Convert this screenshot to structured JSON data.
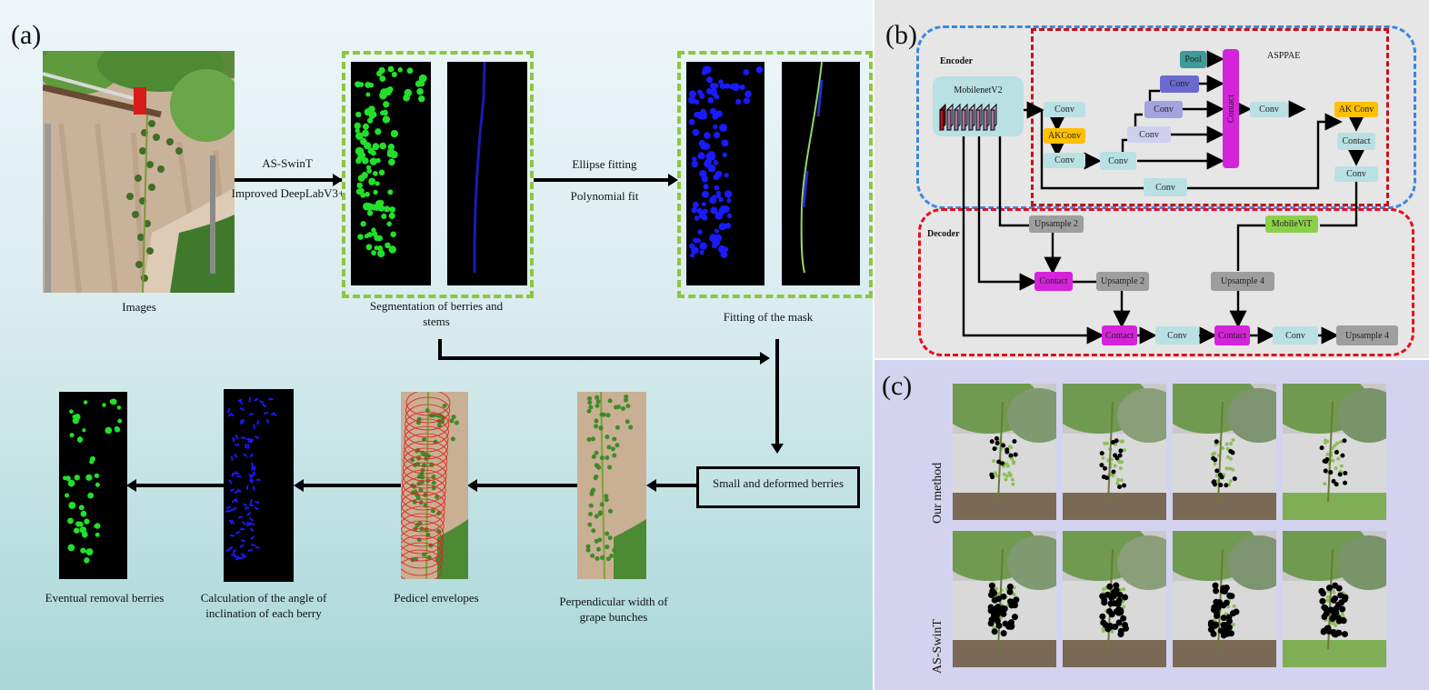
{
  "panel_a": {
    "label": "(a)",
    "steps": {
      "images": "Images",
      "segmentation": "Segmentation of berries and stems",
      "fitting": "Fitting of the mask",
      "small_deformed": "Small and deformed berries",
      "perpendicular": "Perpendicular width of grape bunches",
      "pedicel": "Pedicel envelopes",
      "angle": "Calculation of the angle of inclination of each berry",
      "removal": "Eventual removal berries"
    },
    "arrows": {
      "seg_method_1": "AS-SwinT",
      "seg_method_2": "Improved DeepLabV3+",
      "fit_method_1": "Ellipse fitting",
      "fit_method_2": "Polynomial fit"
    },
    "colors": {
      "berry_green": "#22e02a",
      "berry_blue": "#1a1aff",
      "dash_green": "#8dc63f",
      "envelope_red": "#e02020"
    }
  },
  "panel_b": {
    "label": "(b)",
    "encoder_label": "Encoder",
    "decoder_label": "Decoder",
    "asppae_label": "ASPPAE",
    "backbone": "MobilenetV2",
    "encoder_nodes": {
      "conv_in": "Conv",
      "akconv_1": "AKConv",
      "conv_2": "Conv",
      "conv_3": "Conv",
      "conv_4": "Conv",
      "conv_5": "Conv",
      "conv_6": "Conv",
      "pool": "Pool",
      "concat": "Contact",
      "conv_after": "Conv",
      "akconv_2": "AK Conv",
      "concat_2": "Contact",
      "conv_out": "Conv",
      "conv_skip": "Conv"
    },
    "decoder_nodes": {
      "upsample_a": "Upsample 2",
      "mobilevit": "MobileViT",
      "concat_a": "Contact",
      "upsample_b": "Upsample 2",
      "upsample_c": "Upsample  4",
      "concat_b": "Contact",
      "conv_b": "Conv",
      "concat_c": "Contact",
      "conv_c": "Conv",
      "upsample_out": "Upsample  4"
    },
    "colors": {
      "encoder_border": "#3a86e0",
      "asppae_border": "#c8101a",
      "decoder_border": "#e3101a",
      "conv": "#b9e0e3",
      "akconv": "#ffc000",
      "concat": "#d424d9",
      "pool": "#3f9a9a",
      "conv_dark": "#6a6ad0",
      "conv_mid": "#a3a3e0",
      "conv_light": "#cfcff0",
      "upsample": "#9e9e9e",
      "mobilevit": "#8cd04a"
    }
  },
  "panel_c": {
    "label": "(c)",
    "rows": [
      "Our method",
      "AS-SwinT"
    ],
    "columns": 4
  }
}
